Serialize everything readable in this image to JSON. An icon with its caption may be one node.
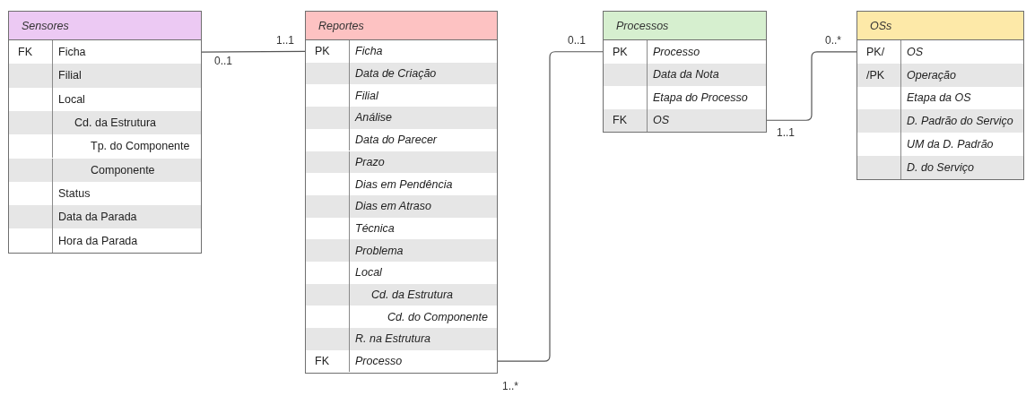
{
  "diagram": {
    "nodes": [
      {
        "text": [
          "Sensores"
        ]
      },
      {
        "text": [
          "FK",
          "Ficha"
        ],
        "in": 0
      },
      {
        "text": [
          "Filial"
        ],
        "in": 0
      },
      {
        "text": [
          "Local"
        ],
        "in": 0
      },
      {
        "text": [
          "Cd. da Estrutura"
        ],
        "in": 0
      },
      {
        "text": [
          "Tp. do Componente"
        ],
        "in": 0
      },
      {
        "text": [
          "Componente"
        ],
        "in": 0
      },
      {
        "text": [
          "Status"
        ],
        "in": 0
      },
      {
        "text": [
          "Data da Parada"
        ],
        "in": 0
      },
      {
        "text": [
          "Hora da Parada"
        ],
        "in": 0
      },
      {
        "text": [
          "Reportes"
        ]
      },
      {
        "text": [
          "PK",
          "Ficha"
        ],
        "in": 10
      },
      {
        "text": [
          "Data de Criação"
        ],
        "in": 10
      },
      {
        "text": [
          "Filial"
        ],
        "in": 10
      },
      {
        "text": [
          "Análise"
        ],
        "in": 10
      },
      {
        "text": [
          "Data do Parecer"
        ],
        "in": 10
      },
      {
        "text": [
          "Prazo"
        ],
        "in": 10
      },
      {
        "text": [
          "Dias em Pendência"
        ],
        "in": 10
      },
      {
        "text": [
          "Dias em Atraso"
        ],
        "in": 10
      },
      {
        "text": [
          "Técnica"
        ],
        "in": 10
      },
      {
        "text": [
          "Problema"
        ],
        "in": 10
      },
      {
        "text": [
          "Local"
        ],
        "in": 10
      },
      {
        "text": [
          "Cd. da Estrutura"
        ],
        "in": 10
      },
      {
        "text": [
          "Cd. do Componente"
        ],
        "in": 10
      },
      {
        "text": [
          "R. na Estrutura"
        ],
        "in": 10
      },
      {
        "text": [
          "FK",
          "Processo"
        ],
        "in": 10
      },
      {
        "text": [
          "Processos"
        ]
      },
      {
        "text": [
          "PK",
          "Processo"
        ],
        "in": 26
      },
      {
        "text": [
          "Data da Nota"
        ],
        "in": 26
      },
      {
        "text": [
          "Etapa do Processo"
        ],
        "in": 26
      },
      {
        "text": [
          "FK",
          "OS"
        ],
        "in": 26
      },
      {
        "text": [
          "OSs"
        ]
      },
      {
        "text": [
          "PK/",
          "OS"
        ],
        "in": 31
      },
      {
        "text": [
          "/PK",
          "Operação"
        ],
        "in": 31
      },
      {
        "text": [
          "Etapa da OS"
        ],
        "in": 31
      },
      {
        "text": [
          "D. Padrão do Serviço"
        ],
        "in": 31
      },
      {
        "text": [
          "UM da D. Padrão"
        ],
        "in": 31
      },
      {
        "text": [
          "D. do Serviço"
        ],
        "in": 31
      }
    ],
    "edges": [
      {
        "from": 1,
        "to": 11,
        "arrow": "none"
      },
      {
        "from": 25,
        "to": 27,
        "arrow": "none"
      },
      {
        "from": 30,
        "to": 32,
        "arrow": "none"
      }
    ],
    "labels": [
      "1..1",
      "0..1",
      "0..1",
      "1..*",
      "0..*",
      "1..1"
    ]
  }
}
